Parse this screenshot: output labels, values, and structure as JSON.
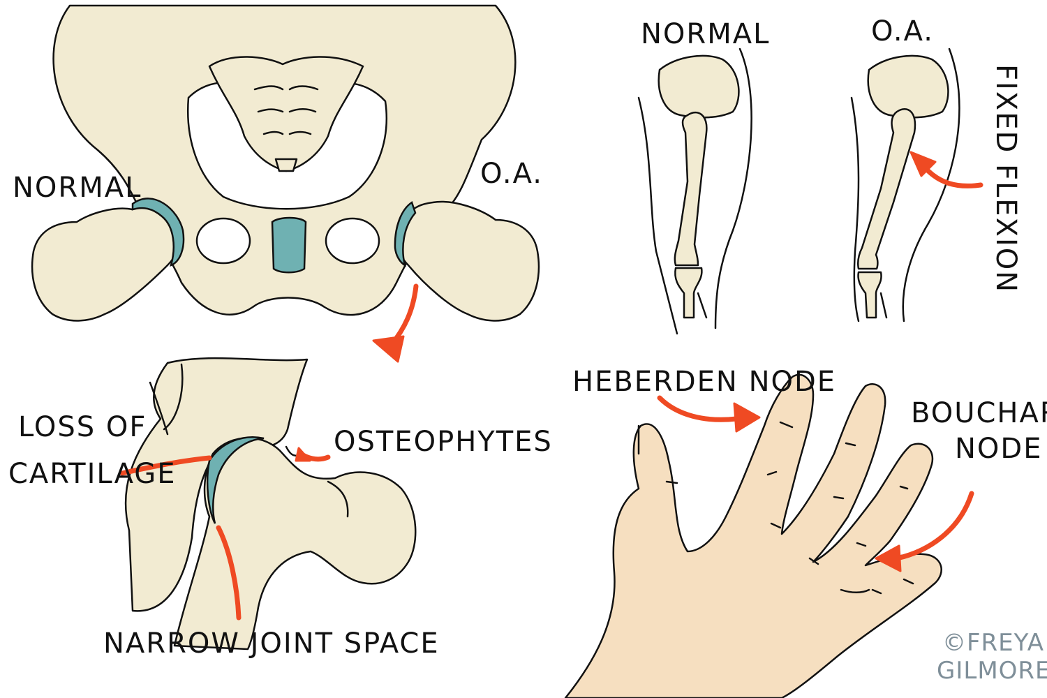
{
  "pelvis": {
    "normal_label": "NORMAL",
    "oa_label": "O.A."
  },
  "knee": {
    "normal_label": "NORMAL",
    "oa_label": "O.A.",
    "fixed_flexion_label": "FIXED FLEXION"
  },
  "hip_detail": {
    "loss_line1": "LOSS OF",
    "loss_line2": "CARTILAGE",
    "osteophytes": "OSTEOPHYTES",
    "narrow": "NARROW JOINT SPACE"
  },
  "hand": {
    "heberden": "HEBERDEN NODE",
    "bouchard_line1": "BOUCHARD",
    "bouchard_line2": "NODE"
  },
  "credit": {
    "line1": "©FREYA",
    "line2": "GILMORE"
  },
  "colors": {
    "bone": "#f2ebd2",
    "cartilage": "#6fb1b2",
    "skin": "#f6dfc0",
    "arrow": "#ef4a23",
    "outline": "#111111"
  }
}
